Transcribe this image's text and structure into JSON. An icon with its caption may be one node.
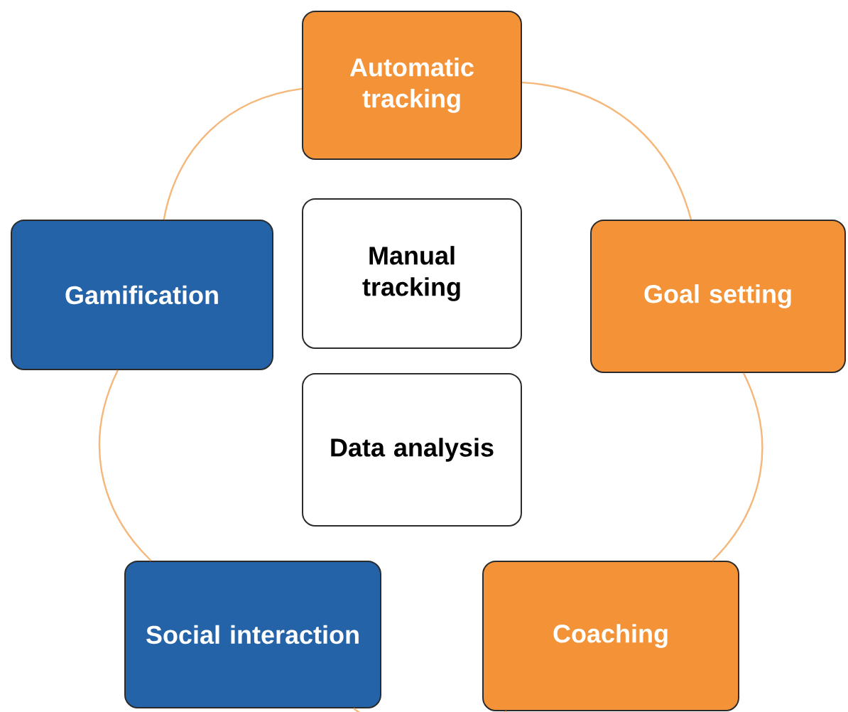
{
  "diagram": {
    "nodes": [
      {
        "text": [
          "Automatic tracking"
        ]
      },
      {
        "text": [
          "Goal setting"
        ]
      },
      {
        "text": [
          "Coaching"
        ]
      },
      {
        "text": [
          "Social interaction"
        ]
      },
      {
        "text": [
          "Gamification"
        ]
      },
      {
        "text": [
          "Manual tracking"
        ]
      },
      {
        "text": [
          "Data analysis"
        ]
      }
    ],
    "edges": [
      {
        "from": 0,
        "to": 1,
        "arrow": "none"
      },
      {
        "from": 1,
        "to": 2,
        "arrow": "none"
      },
      {
        "from": 2,
        "to": 3,
        "arrow": "none"
      },
      {
        "from": 3,
        "to": 4,
        "arrow": "none"
      },
      {
        "from": 4,
        "to": 0,
        "arrow": "none"
      }
    ]
  }
}
